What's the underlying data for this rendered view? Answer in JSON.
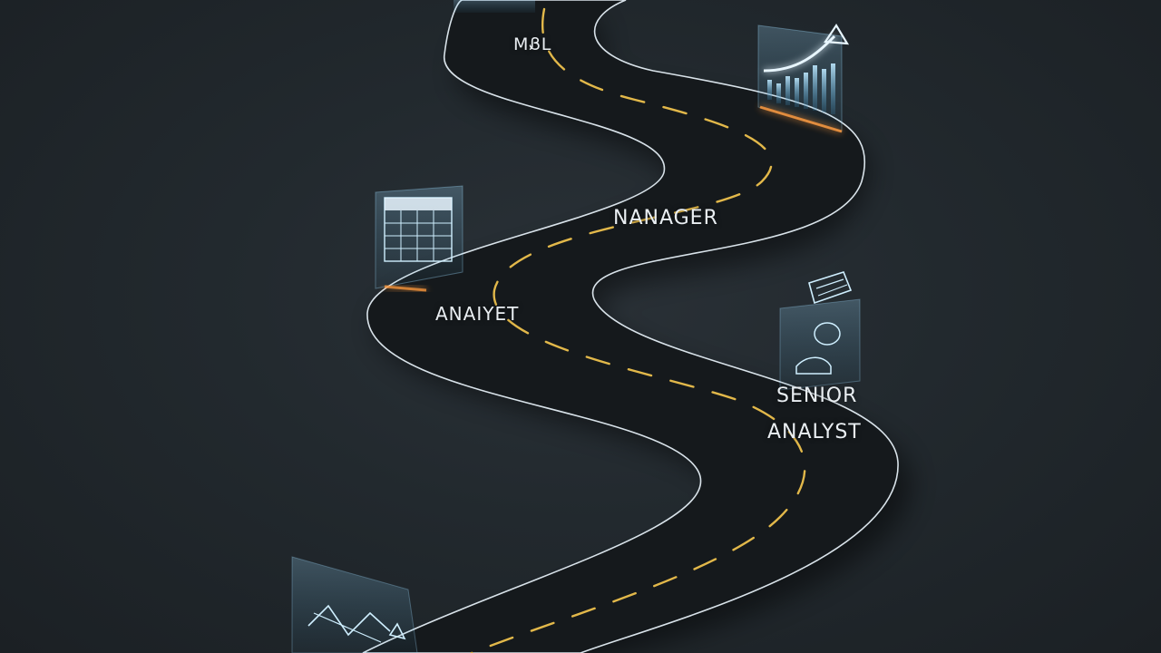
{
  "milestones": {
    "top": "MᏰL",
    "manager": "NANAGER",
    "analyst": "ANAIYET",
    "senior_line1": "SENIOR",
    "senior_line2": "ANALYST"
  },
  "colors": {
    "background": "#22292e",
    "road": "#15191c",
    "road_edge": "#d9e3ea",
    "lane_dash": "#e2b84a",
    "panel_glow": "#7fd3ff",
    "accent_glow": "#ff9a3c"
  },
  "icons": [
    "bar-chart-trend-icon",
    "calendar-grid-icon",
    "stacked-cards-icon",
    "line-graph-icon"
  ]
}
